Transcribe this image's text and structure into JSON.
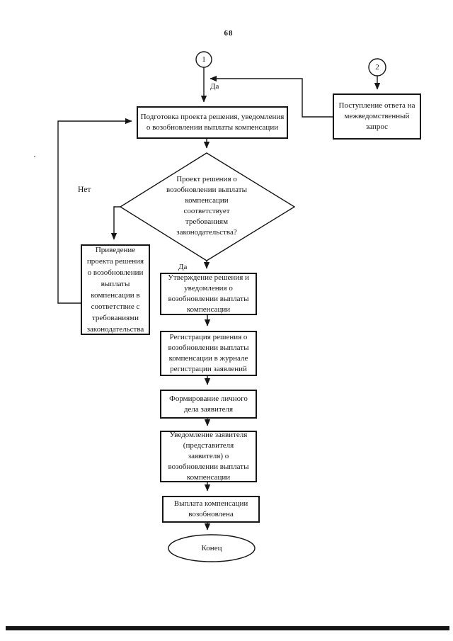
{
  "page": {
    "number": "68"
  },
  "colors": {
    "ink": "#161616",
    "paper": "#ffffff"
  },
  "flowchart": {
    "connectors": {
      "c1": "1",
      "c2": "2"
    },
    "labels": {
      "yes_top": "Да",
      "yes_bottom": "Да",
      "no": "Нет"
    },
    "nodes": {
      "prepare": "Подготовка проекта решения, уведомления\nо возобновлении выплаты компенсации",
      "response_received": "Поступление ответа на\nмежведомственный\nзапрос",
      "decision": "Проект решения о\nвозобновлении выплаты\nкомпенсации\nсоответствует\nтребованиям\nзаконодательства?",
      "revise": "Приведение\nпроекта решения\nо возобновлении\nвыплаты\nкомпенсации в\nсоответствие с\nтребованиями\nзаконодательства",
      "approve": "Утверждение решения и\nуведомления о\nвозобновлении выплаты\nкомпенсации",
      "register": "Регистрация решения о\nвозобновлении выплаты\nкомпенсации в журнале\nрегистрации заявлений",
      "file_case": "Формирование личного\nдела заявителя",
      "notify": "Уведомление заявителя\n(представителя\nзаявителя) о\nвозобновлении выплаты\nкомпенсации",
      "resumed": "Выплата компенсации\nвозобновлена",
      "end": "Конец"
    }
  }
}
